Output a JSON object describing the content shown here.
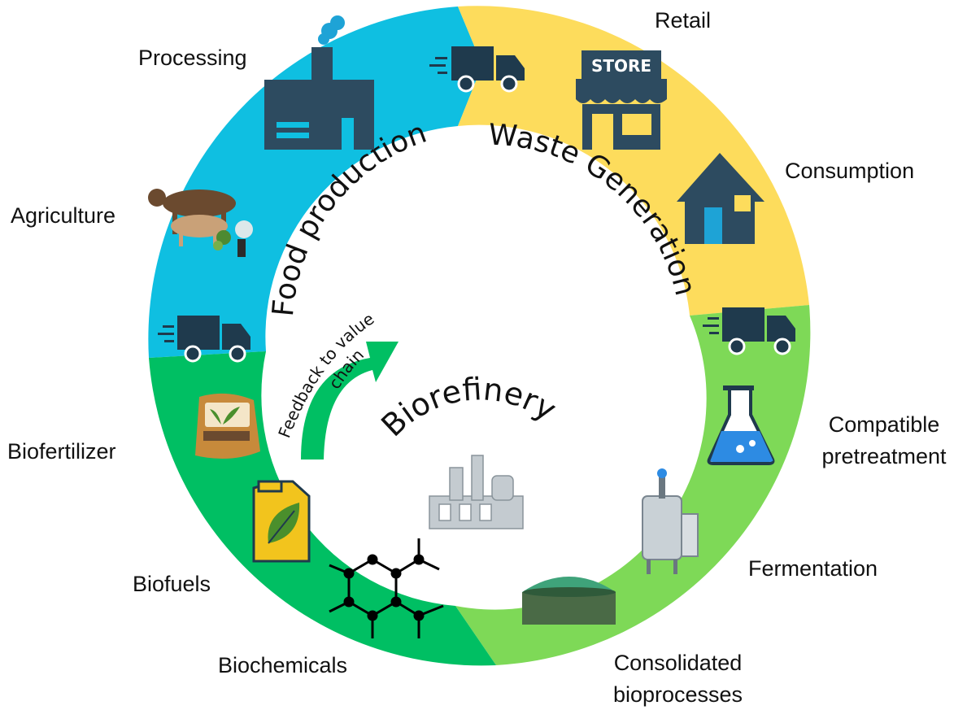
{
  "colors": {
    "blue": "#0fbfe1",
    "yellow": "#fddc5c",
    "light_green": "#7ed957",
    "green": "#00bf63",
    "navy": "#1f3a4d"
  },
  "segments": {
    "food_production": "Food production",
    "waste_generation": "Waste Generation",
    "biorefinery": "Biorefinery",
    "feedback_line1": "Feedback to value",
    "feedback_line2": "chain"
  },
  "labels": {
    "retail": "Retail",
    "processing": "Processing",
    "consumption": "Consumption",
    "agriculture": "Agriculture",
    "compatible_line1": "Compatible",
    "compatible_line2": "pretreatment",
    "biofertilizer": "Biofertilizer",
    "fermentation": "Fermentation",
    "biofuels": "Biofuels",
    "consolidated_line1": "Consolidated",
    "consolidated_line2": "bioprocesses",
    "biochemicals": "Biochemicals"
  },
  "icons": {
    "store_sign": "STORE",
    "list": [
      "factory-icon",
      "truck-icon",
      "store-icon",
      "house-icon",
      "livestock-farmer-icon",
      "flask-icon",
      "fertilizer-bag-icon",
      "bioreactor-icon",
      "fuel-can-icon",
      "anaerobic-digester-icon",
      "molecule-icon",
      "refinery-plant-icon",
      "feedback-arrow-icon"
    ]
  }
}
